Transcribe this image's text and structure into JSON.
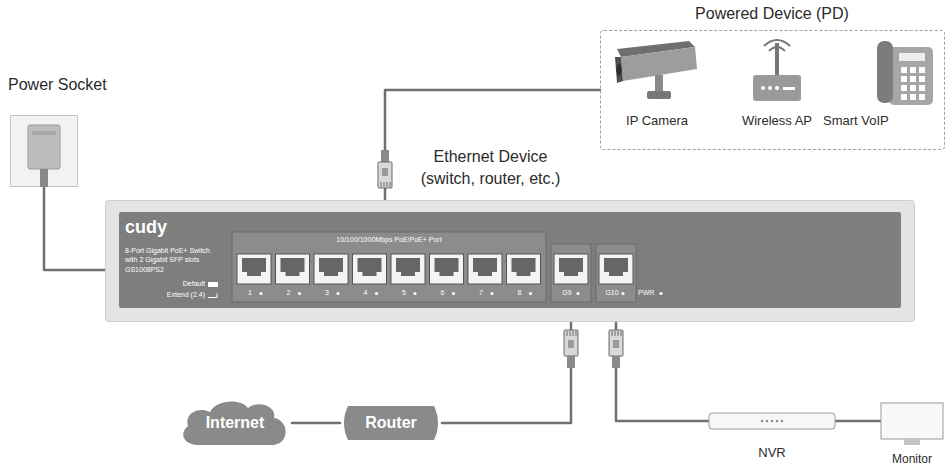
{
  "diagram": {
    "nodes": [
      {
        "text": [
          "Powered Device (PD)"
        ]
      },
      {
        "text": [
          "IP Camera"
        ],
        "in": 0
      },
      {
        "text": [
          "Wireless AP"
        ],
        "in": 0
      },
      {
        "text": [
          "Smart VoIP"
        ],
        "in": 0
      },
      {
        "text": [
          "Power Socket"
        ]
      },
      {
        "text": [
          "cudy",
          "8-Port Gigabit PoE+ Switch with 2 Gigabit SFP slots",
          "GS1008PS2",
          "Default",
          "Extend (2.4)",
          "10/100/1000Mbps PoE/PoE+ Port",
          "1",
          "2",
          "3",
          "4",
          "5",
          "6",
          "7",
          "8",
          "G9",
          "G10",
          "PWR"
        ]
      },
      {
        "text": [
          "Internet"
        ]
      },
      {
        "text": [
          "Router"
        ]
      },
      {
        "text": [
          "NVR"
        ]
      },
      {
        "text": [
          "Monitor"
        ]
      }
    ],
    "edges": [
      {
        "from": 4,
        "to": 5,
        "arrow": "none"
      },
      {
        "from": 0,
        "to": 5,
        "arrow": "none"
      },
      {
        "from": 6,
        "to": 7,
        "arrow": "none"
      },
      {
        "from": 7,
        "to": 5,
        "arrow": "none"
      },
      {
        "from": 5,
        "to": 8,
        "arrow": "none"
      },
      {
        "from": 8,
        "to": 9,
        "arrow": "none"
      }
    ],
    "labels": [
      "Ethernet Device (switch, router, etc.)"
    ]
  }
}
